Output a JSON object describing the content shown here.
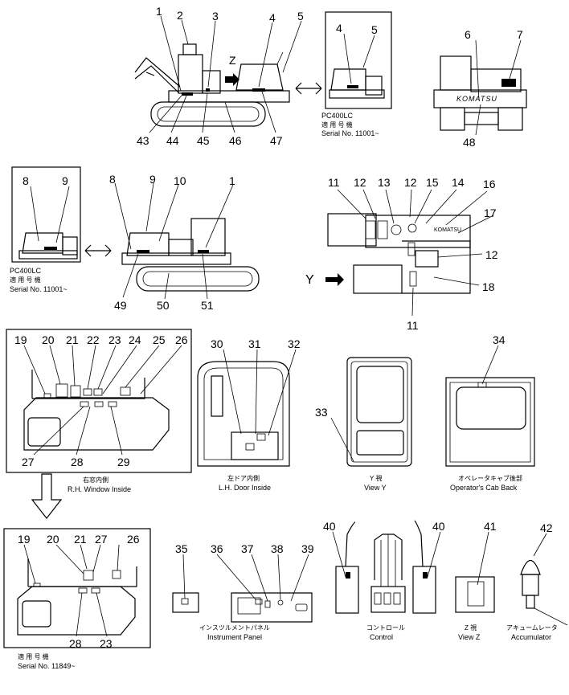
{
  "diagram": {
    "view_letters": {
      "z": "Z",
      "y": "Y"
    },
    "note_pc400": {
      "model": "PC400LC",
      "applies": "適 用 号 機",
      "serial": "Serial No. 11001~"
    },
    "note_serial_11849": {
      "applies": "適 用 号 機",
      "serial": "Serial No. 11849~"
    },
    "brand_mark": "KOMATSU",
    "captions": {
      "rh_window_jp": "右窓内側",
      "rh_window": "R.H. Window Inside",
      "lh_door_jp": "左ドア内側",
      "lh_door": "L.H. Door Inside",
      "view_y_jp": "Y 視",
      "view_y": "View Y",
      "cab_back_jp": "オペレータキャブ後部",
      "cab_back": "Operator's Cab Back",
      "panel_jp": "インスツルメントパネル",
      "panel": "Instrument Panel",
      "control_jp": "コントロール",
      "control": "Control",
      "view_z_jp": "Z 視",
      "view_z": "View Z",
      "accumulator_jp": "アキュームレータ",
      "accumulator": "Accumulator"
    },
    "callouts": {
      "c1": "1",
      "c2": "2",
      "c3": "3",
      "c4": "4",
      "c5": "5",
      "c6": "6",
      "c7": "7",
      "c8": "8",
      "c9": "9",
      "c10": "10",
      "c11": "11",
      "c12": "12",
      "c13": "13",
      "c14": "14",
      "c15": "15",
      "c16": "16",
      "c17": "17",
      "c18": "18",
      "c19": "19",
      "c20": "20",
      "c21": "21",
      "c22": "22",
      "c23": "23",
      "c24": "24",
      "c25": "25",
      "c26": "26",
      "c27": "27",
      "c28": "28",
      "c29": "29",
      "c30": "30",
      "c31": "31",
      "c32": "32",
      "c33": "33",
      "c34": "34",
      "c35": "35",
      "c36": "36",
      "c37": "37",
      "c38": "38",
      "c39": "39",
      "c40": "40",
      "c41": "41",
      "c42": "42",
      "c43": "43",
      "c44": "44",
      "c45": "45",
      "c46": "46",
      "c47": "47",
      "c48": "48",
      "c49": "49",
      "c50": "50",
      "c51": "51"
    }
  }
}
